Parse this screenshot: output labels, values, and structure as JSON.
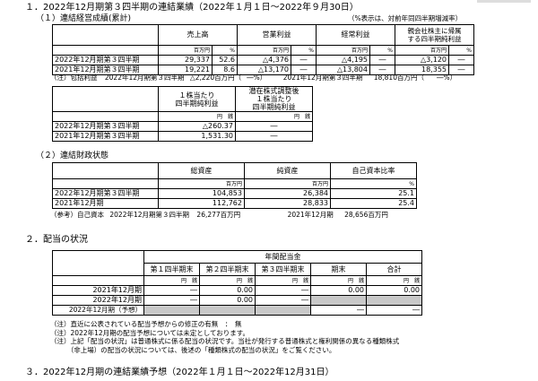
{
  "section1": {
    "title": "１．2022年12月期第３四半期の連結業績（2022年１月１日～2022年９月30日）",
    "sub1_title": "（１）連結経営成績(累計)",
    "sub1_note": "（%表示は、対前年同四半期増減率）",
    "results_table": {
      "headers": [
        "売上高",
        "営業利益",
        "経常利益",
        "親会社株主に帰属\nする四半期純利益"
      ],
      "unit_million": "百万円",
      "unit_pct": "%",
      "rows": [
        {
          "label": "2022年12月期第３四半期",
          "values": [
            "29,337",
            "52.6",
            "△4,376",
            "―",
            "△4,195",
            "―",
            "△3,120",
            "―"
          ]
        },
        {
          "label": "2021年12月期第３四半期",
          "values": [
            "19,221",
            "8.6",
            "△13,170",
            "―",
            "△13,804",
            "―",
            "18,355",
            "―"
          ]
        }
      ]
    },
    "comprehensive_note": {
      "prefix": "（注）包括利益",
      "p1": "2022年12月期第３四半期",
      "v1": "△2,220百万円（",
      "v1_pct": "―%）",
      "p2": "2021年12月期第３四半期",
      "v2": "18,810百万円（",
      "v2_pct": "―%）"
    },
    "eps_table": {
      "headers": [
        "１株当たり\n四半期純利益",
        "潜在株式調整後\n１株当たり\n四半期純利益"
      ],
      "unit": "円　銭",
      "rows": [
        {
          "label": "2022年12月期第３四半期",
          "values": [
            "△260.37",
            "―"
          ]
        },
        {
          "label": "2021年12月期第３四半期",
          "values": [
            "1,531.30",
            "―"
          ]
        }
      ]
    },
    "sub2_title": "（２）連結財政状態",
    "financial_table": {
      "headers": [
        "総資産",
        "純資産",
        "自己資本比率"
      ],
      "units": [
        "百万円",
        "百万円",
        "%"
      ],
      "rows": [
        {
          "label": "2022年12月期第３四半期",
          "values": [
            "104,853",
            "26,384",
            "25.1"
          ]
        },
        {
          "label": "2021年12月期",
          "values": [
            "112,762",
            "28,833",
            "25.4"
          ]
        }
      ]
    },
    "equity_note": {
      "prefix": "（参考）自己資本",
      "p1": "2022年12月期第３四半期",
      "v1": "26,277百万円",
      "p2": "2021年12月期",
      "v2": "28,656百万円"
    }
  },
  "section2": {
    "title": "２．配当の状況",
    "group_header": "年間配当金",
    "headers": [
      "第１四半期末",
      "第２四半期末",
      "第３四半期末",
      "期末",
      "合計"
    ],
    "unit": "円　銭",
    "rows": [
      {
        "label": "2021年12月期",
        "values": [
          "―",
          "0.00",
          "―",
          "0.00",
          "0.00"
        ]
      },
      {
        "label": "2022年12月期",
        "values": [
          "―",
          "0.00",
          "―",
          "",
          ""
        ]
      },
      {
        "label": "2022年12月期（予想）",
        "values": [
          "",
          "",
          "",
          "―",
          "―"
        ]
      }
    ],
    "notes": [
      "（注）直近に公表されている配当予想からの修正の有無　：　無",
      "（注）2022年12月期の配当予想については未定としております。",
      "（注）上記「配当の状況」は普通株式に係る配当の状況です。当社が発行する普通株式と権利関係の異なる種類株式",
      "　　　（非上場）の配当の状況については、後述の「種類株式の配当の状況」をご覧ください。"
    ]
  },
  "section3": {
    "title": "３．2022年12月期の連結業績予想（2022年１月１日～2022年12月31日）"
  }
}
